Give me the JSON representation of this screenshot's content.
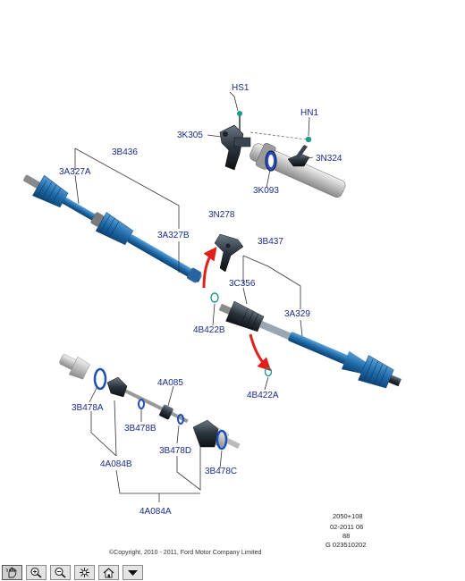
{
  "labels": {
    "hs1": "HS1",
    "hn1": "HN1",
    "k305": "3K305",
    "n324": "3N324",
    "k093": "3K093",
    "b436": "3B436",
    "a327a": "3A327A",
    "a327b": "3A327B",
    "n278": "3N278",
    "b437": "3B437",
    "c356": "3C356",
    "a329": "3A329",
    "b422b": "4B422B",
    "b422a": "4B422A",
    "a085": "4A085",
    "b478a": "3B478A",
    "b478b": "3B478B",
    "b478d": "3B478D",
    "a084b": "4A084B",
    "b478c": "3B478C",
    "a084a": "4A084A"
  },
  "meta": {
    "line1": "2050+108",
    "line2": "02-2011 06",
    "line3": "88",
    "line4": "G 023510202"
  },
  "copyright": "©Copyright, 2010 - 2011, Ford Motor Company Limited",
  "toolbar": {
    "buttons": [
      "pan-icon",
      "zoom-in-icon",
      "zoom-out-icon",
      "fit-icon",
      "home-icon",
      "menu-down-icon"
    ]
  },
  "colors": {
    "part_blue": "#1e6aa8",
    "label_blue": "#1a2a8a",
    "arrow_red": "#e0201a"
  }
}
